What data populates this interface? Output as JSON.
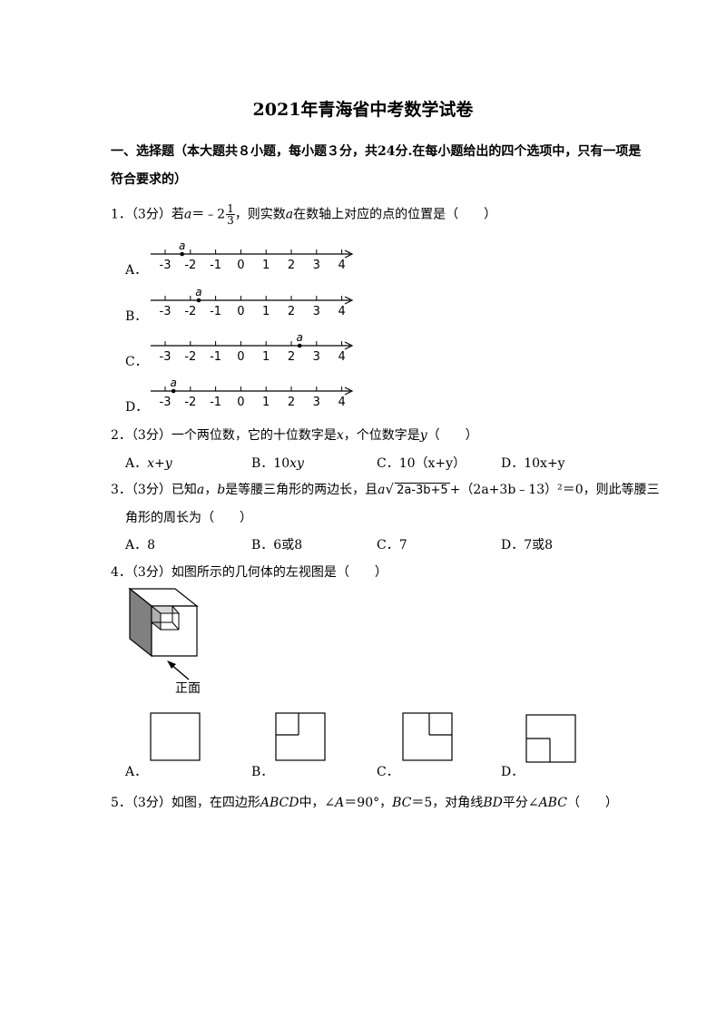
{
  "title": "2021年青海省中考数学试卷",
  "section": {
    "line1": "一、选择题（本大题共８小题，每小题３分，共24分.在每小题给出的四个选项中，只有一项是",
    "line2": "符合要求的）"
  },
  "q1": {
    "prefix": "1．（3分）若",
    "a": "a",
    "eq": "＝﹣2",
    "frac_num": "1",
    "frac_den": "3",
    "mid": "，则实数",
    "suffix": "在数轴上对应的点的位置是（　　）",
    "ticks": [
      "-3",
      "-2",
      "-1",
      "0",
      "1",
      "2",
      "3",
      "4"
    ],
    "point_label": "a",
    "options": [
      {
        "label": "A．",
        "point": -2.33
      },
      {
        "label": "B．",
        "point": -1.67
      },
      {
        "label": "C．",
        "point": 2.33
      },
      {
        "label": "D．",
        "point": -2.67
      }
    ]
  },
  "q2": {
    "prefix": "2．（3分）一个两位数，它的十位数字是",
    "x": "x",
    "mid": "，个位数字是",
    "y": "y",
    "suffix": "（　　）",
    "options": [
      {
        "label": "A．",
        "text": "x+y"
      },
      {
        "label": "B．",
        "pre": "10",
        "text": "xy"
      },
      {
        "label": "C．",
        "text": "10（x+y）"
      },
      {
        "label": "D．",
        "text": "10x+y"
      }
    ]
  },
  "q3": {
    "prefix": "3．（3分）已知",
    "a": "a",
    "comma": "，",
    "b": "b",
    "mid": "是等腰三角形的两边长，且",
    "a2": "a",
    "sqrt": "2a-3b+5",
    "rest": "+（2a+3b﹣13）²＝0，则此等腰三",
    "line2": "角形的周长为（　　）",
    "options": [
      {
        "label": "A．",
        "text": "8"
      },
      {
        "label": "B．",
        "text": "6或8"
      },
      {
        "label": "C．",
        "text": "7"
      },
      {
        "label": "D．",
        "text": "7或8"
      }
    ]
  },
  "q4": {
    "text": "4．（3分）如图所示的几何体的左视图是（　　）",
    "front_label": "正面",
    "options": [
      "A．",
      "B．",
      "C．",
      "D．"
    ]
  },
  "q5": {
    "prefix": "5．（3分）如图，在四边形",
    "abcd": "ABCD",
    "p2": "中，∠",
    "A": "A",
    "p3": "＝90°，",
    "BC": "BC",
    "p4": "＝5，对角线",
    "BD": "BD",
    "p5": "平分∠",
    "ABC": "ABC",
    "p6": "（　　）"
  }
}
